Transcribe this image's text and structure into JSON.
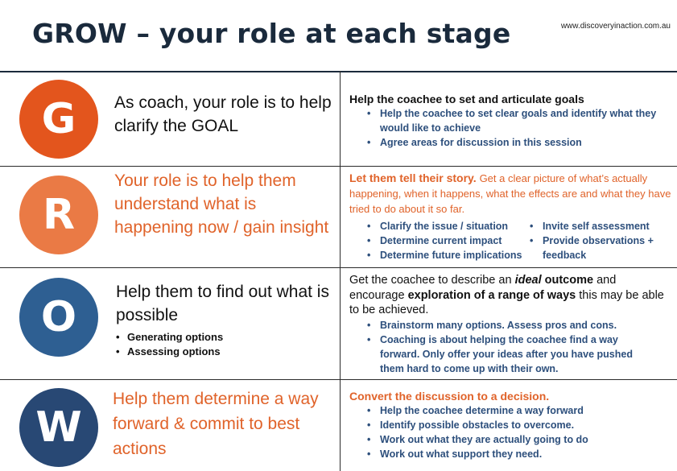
{
  "header": {
    "title": "GROW – your role at each stage",
    "url": "www.discoveryinaction.com.au"
  },
  "colors": {
    "orange_dark": "#e3551d",
    "orange": "#ea7a45",
    "blue": "#2e5f92",
    "navy": "#284874",
    "text_orange": "#e0632a",
    "text_blue": "#2d4f7c"
  },
  "rows": {
    "g": {
      "letter": "G",
      "role": "As coach, your role is to help clarify the GOAL",
      "lead": "Help the coachee to set and articulate goals",
      "bullets": [
        "Help the coachee to set clear goals and identify what they would like to achieve",
        "Agree areas for discussion in this session"
      ]
    },
    "r": {
      "letter": "R",
      "role": "Your role is to help them understand what is happening now / gain insight",
      "lead": "Let them tell their story.",
      "lead_rest": "Get a clear picture of what’s actually happening, when it happens, what the effects are and what they have tried to do about it so far.",
      "bullets_left": [
        "Clarify the issue / situation",
        "Determine current impact",
        "Determine future implications"
      ],
      "bullets_right": [
        "Invite self assessment",
        "Provide observations + feedback"
      ]
    },
    "o": {
      "letter": "O",
      "role": "Help them to find out what is possible",
      "role_bullets": [
        "Generating options",
        "Assessing options"
      ],
      "lead_1": "Get the coachee to describe an",
      "lead_ideal": "ideal",
      "lead_outcome": "outcome",
      "lead_2": "and encourage",
      "lead_bold": "exploration of a range of ways",
      "lead_3": "this may be able to be achieved.",
      "bullets": [
        "Brainstorm many options. Assess pros and cons.",
        "Coaching is about helping the coachee find a way forward. Only offer your ideas after you have pushed them hard to come up with their own."
      ]
    },
    "w": {
      "letter": "W",
      "role": "Help them determine a way forward & commit to best actions",
      "lead": "Convert the discussion to a decision.",
      "bullets": [
        "Help the coachee determine a way forward",
        "Identify possible obstacles to overcome.",
        "Work out what they are actually going to do",
        "Work out what support they need."
      ]
    }
  }
}
